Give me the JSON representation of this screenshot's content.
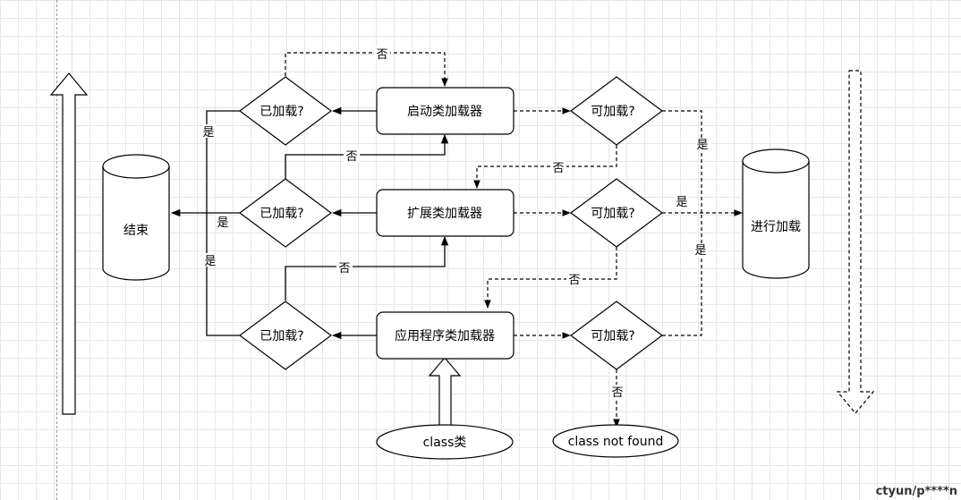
{
  "nodes": {
    "bootstrap_loader": "启动类加载器",
    "extension_loader": "扩展类加载器",
    "app_loader": "应用程序类加载器",
    "loaded_q": "已加载?",
    "loadable_q": "可加载?",
    "end": "结束",
    "do_load": "进行加载",
    "class_start": "class类",
    "not_found": "class not found"
  },
  "edges": {
    "yes": "是",
    "no": "否"
  },
  "watermark": "ctyun/p****n"
}
